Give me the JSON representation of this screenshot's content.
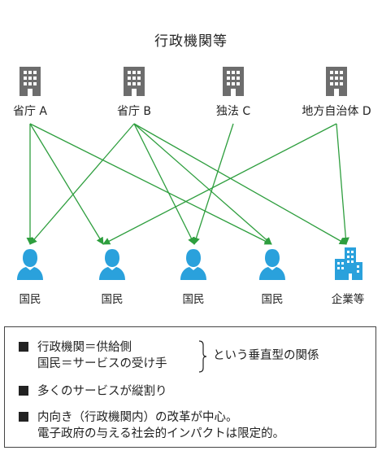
{
  "title": "行政機関等",
  "sources": [
    {
      "id": "a",
      "label": "省庁 A",
      "icon": "building-icon"
    },
    {
      "id": "b",
      "label": "省庁 B",
      "icon": "building-icon"
    },
    {
      "id": "c",
      "label": "独法 C",
      "icon": "building-icon"
    },
    {
      "id": "d",
      "label": "地方自治体 D",
      "icon": "building-icon"
    }
  ],
  "targets": [
    {
      "id": "c1",
      "label": "国民",
      "icon": "person-icon"
    },
    {
      "id": "c2",
      "label": "国民",
      "icon": "person-icon"
    },
    {
      "id": "c3",
      "label": "国民",
      "icon": "person-icon"
    },
    {
      "id": "c4",
      "label": "国民",
      "icon": "person-icon"
    },
    {
      "id": "biz",
      "label": "企業等",
      "icon": "office-buildings-icon"
    }
  ],
  "edges": [
    [
      "a",
      "c1"
    ],
    [
      "a",
      "c2"
    ],
    [
      "a",
      "c4"
    ],
    [
      "b",
      "c1"
    ],
    [
      "b",
      "c3"
    ],
    [
      "b",
      "c4"
    ],
    [
      "b",
      "biz"
    ],
    [
      "c",
      "c3"
    ],
    [
      "d",
      "c2"
    ],
    [
      "d",
      "biz"
    ]
  ],
  "legend": {
    "item1_line1": "行政機関＝供給側",
    "item1_line2": "国民＝サービスの受け手",
    "item1_note": "という垂直型の関係",
    "item2": "多くのサービスが縦割り",
    "item3_line1": "内向き（行政機関内）の改革が中心。",
    "item3_line2": "電子政府の与える社会的インパクトは限定的。"
  },
  "colors": {
    "arrow": "#2e9e3e",
    "building": "#6d6d6d",
    "citizen": "#2aa1dc",
    "text": "#222222"
  }
}
